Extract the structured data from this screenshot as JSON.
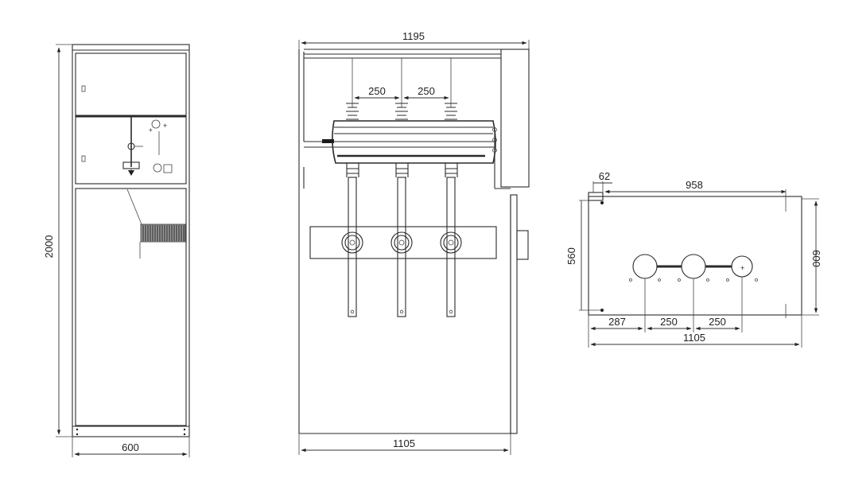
{
  "front_view": {
    "width_label": "600",
    "height_label": "2000"
  },
  "side_view": {
    "width_top_label": "1195",
    "width_bottom_label": "1105",
    "spacing_1_label": "250",
    "spacing_2_label": "250"
  },
  "plan_view": {
    "offset_label": "62",
    "span_label": "958",
    "inner_depth_label": "560",
    "outer_depth_label": "600",
    "left_offset_label": "287",
    "pitch_1_label": "250",
    "pitch_2_label": "250",
    "total_width_label": "1105"
  },
  "colors": {
    "line": "#2a2a2a",
    "background": "#ffffff"
  }
}
